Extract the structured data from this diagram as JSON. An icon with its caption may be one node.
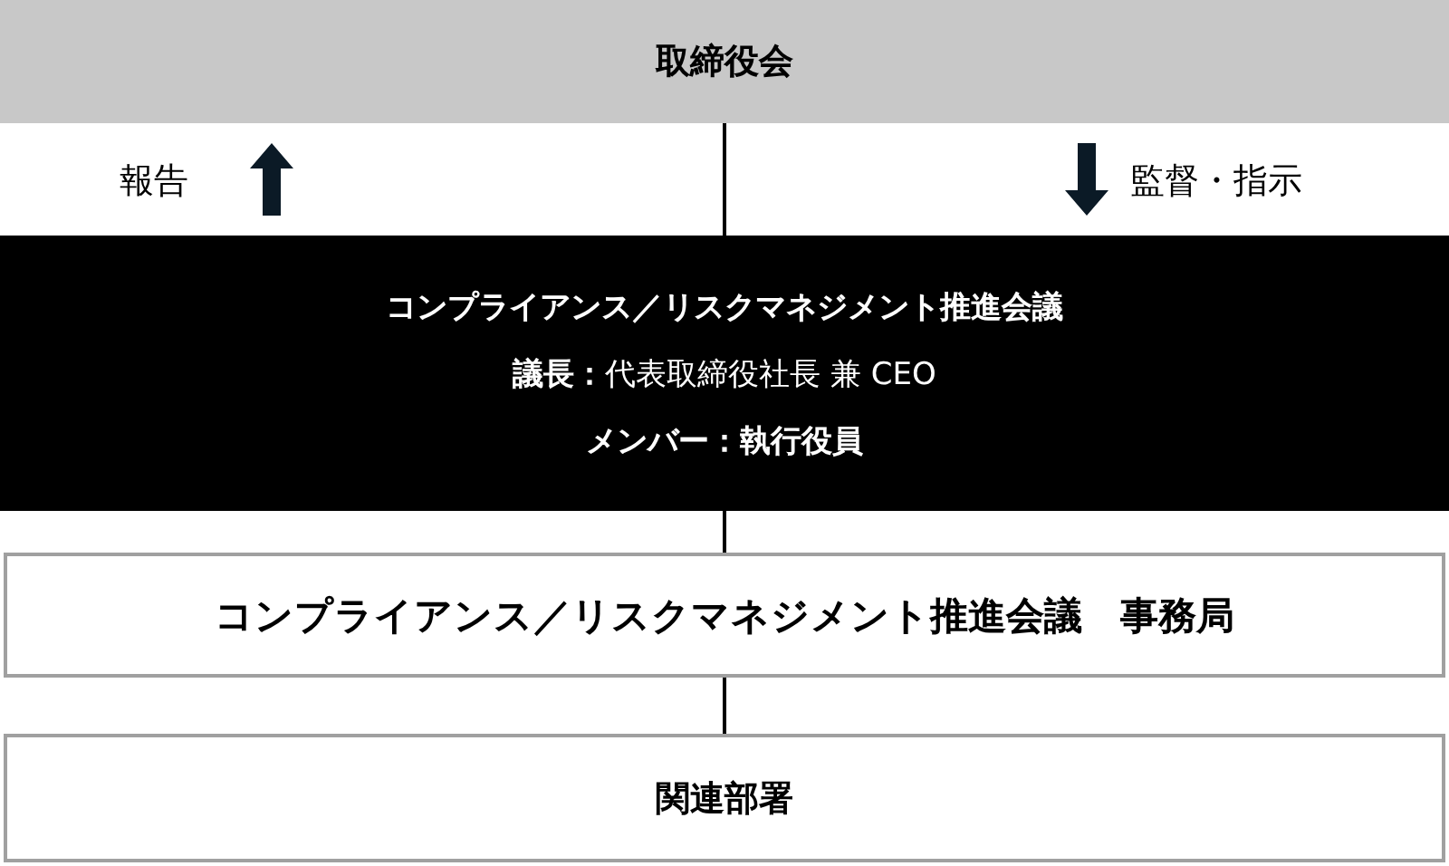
{
  "diagram": {
    "nodes": [
      {
        "text": [
          "取締役会"
        ]
      },
      {
        "text": [
          "コンプライアンス／リスクマネジメント推進会議",
          "**議長：**代表取締役社長 兼 CEO",
          "メンバー：執行役員"
        ]
      },
      {
        "text": [
          "コンプライアンス／リスクマネジメント推進会議　事務局"
        ]
      },
      {
        "text": [
          "関連部署"
        ]
      }
    ],
    "edges": [
      {
        "from": 1,
        "to": 0,
        "arrow": "to",
        "label": "報告",
        "style": "thick"
      },
      {
        "from": 0,
        "to": 1,
        "arrow": "none"
      },
      {
        "from": 0,
        "to": 1,
        "arrow": "to",
        "label": "監督・指示",
        "style": "thick"
      },
      {
        "from": 1,
        "to": 2,
        "arrow": "none"
      },
      {
        "from": 2,
        "to": 3,
        "arrow": "none"
      }
    ]
  }
}
